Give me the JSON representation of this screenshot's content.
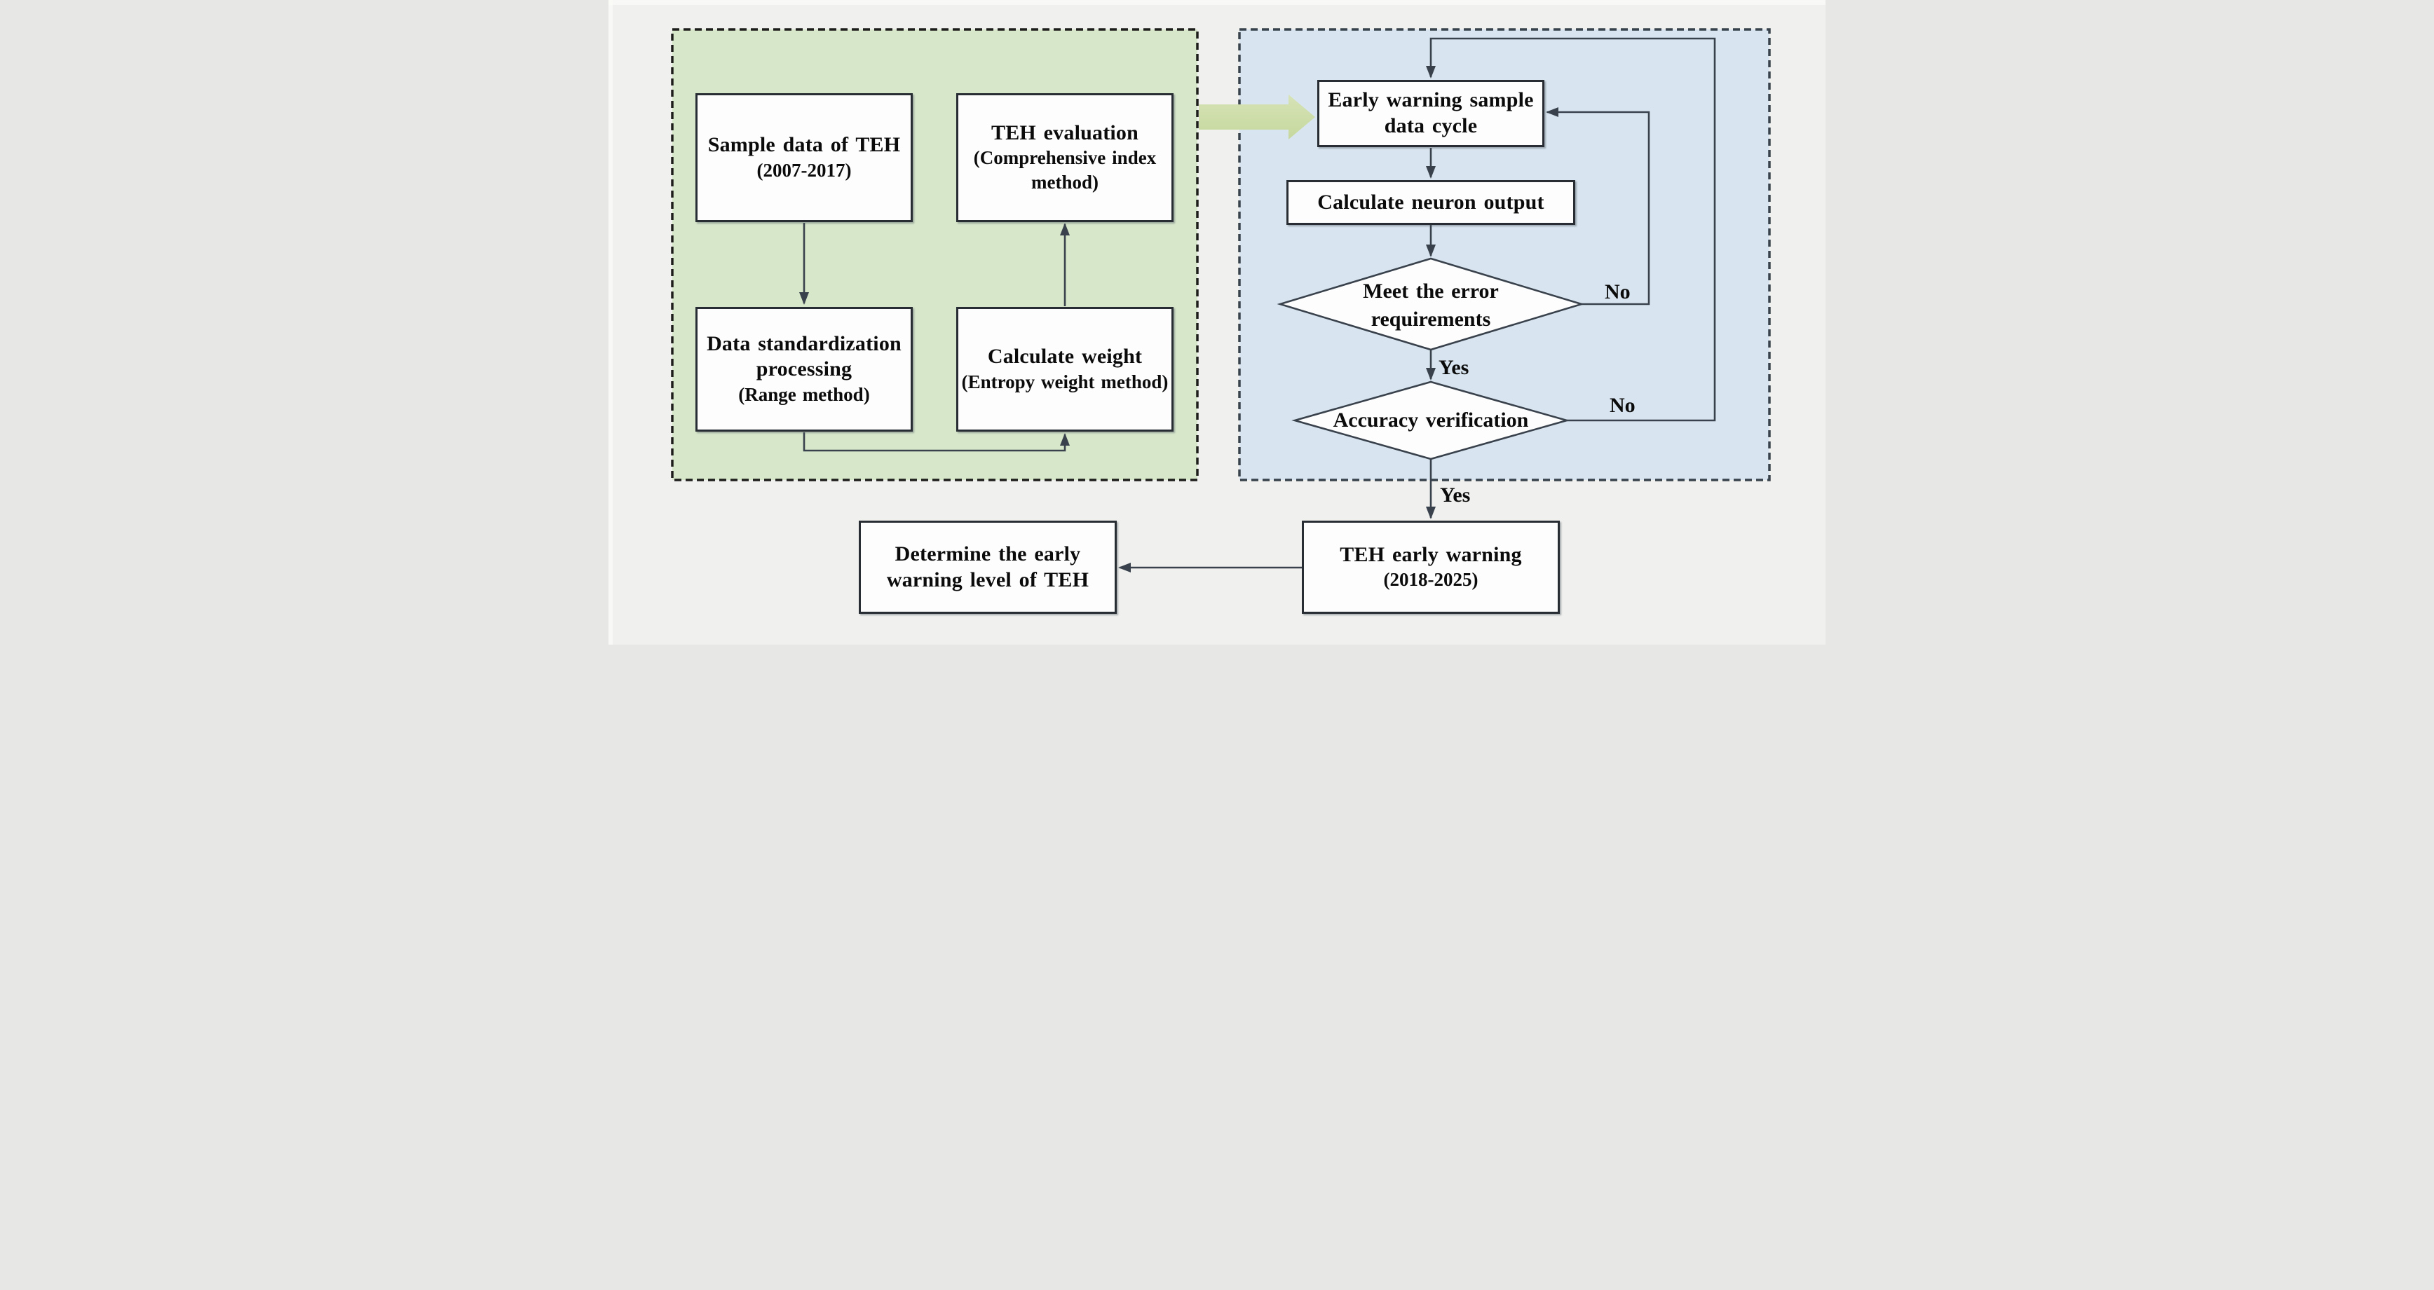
{
  "diagram": {
    "nodes": {
      "sample_data": {
        "title": "Sample data of TEH",
        "sub": "(2007-2017)"
      },
      "teh_evaluation": {
        "title": "TEH evaluation",
        "sub": "(Comprehensive index\nmethod)"
      },
      "data_standardization": {
        "title": "Data standardization\nprocessing",
        "sub": "(Range method)"
      },
      "calculate_weight": {
        "title": "Calculate weight",
        "sub": "(Entropy weight method)"
      },
      "early_warning_cycle": {
        "title": "Early warning sample\ndata cycle"
      },
      "calculate_neuron_output": {
        "title": "Calculate neuron output"
      },
      "meet_error_requirements": {
        "title": "Meet the error\nrequirements"
      },
      "accuracy_verification": {
        "title": "Accuracy verification"
      },
      "teh_early_warning": {
        "title": "TEH early warning",
        "sub": "(2018-2025)"
      },
      "determine_warning_level": {
        "title": "Determine the early\nwarning level of TEH"
      }
    },
    "edge_labels": {
      "error_no": "No",
      "error_yes": "Yes",
      "accuracy_no": "No",
      "accuracy_yes": "Yes"
    },
    "colors": {
      "background": "#f0f0ee",
      "panel_green": "#d7e7ca",
      "panel_green_border": "#1d1d1b",
      "panel_blue": "#d8e5f0",
      "panel_blue_border": "#38424c",
      "node_fill": "#fdfdfd",
      "node_border": "#272d33",
      "line": "#39424c",
      "arrow_green": "#c6d89e",
      "arrow_green_light": "#d6e3b6",
      "text": "#0b0b0b"
    }
  }
}
